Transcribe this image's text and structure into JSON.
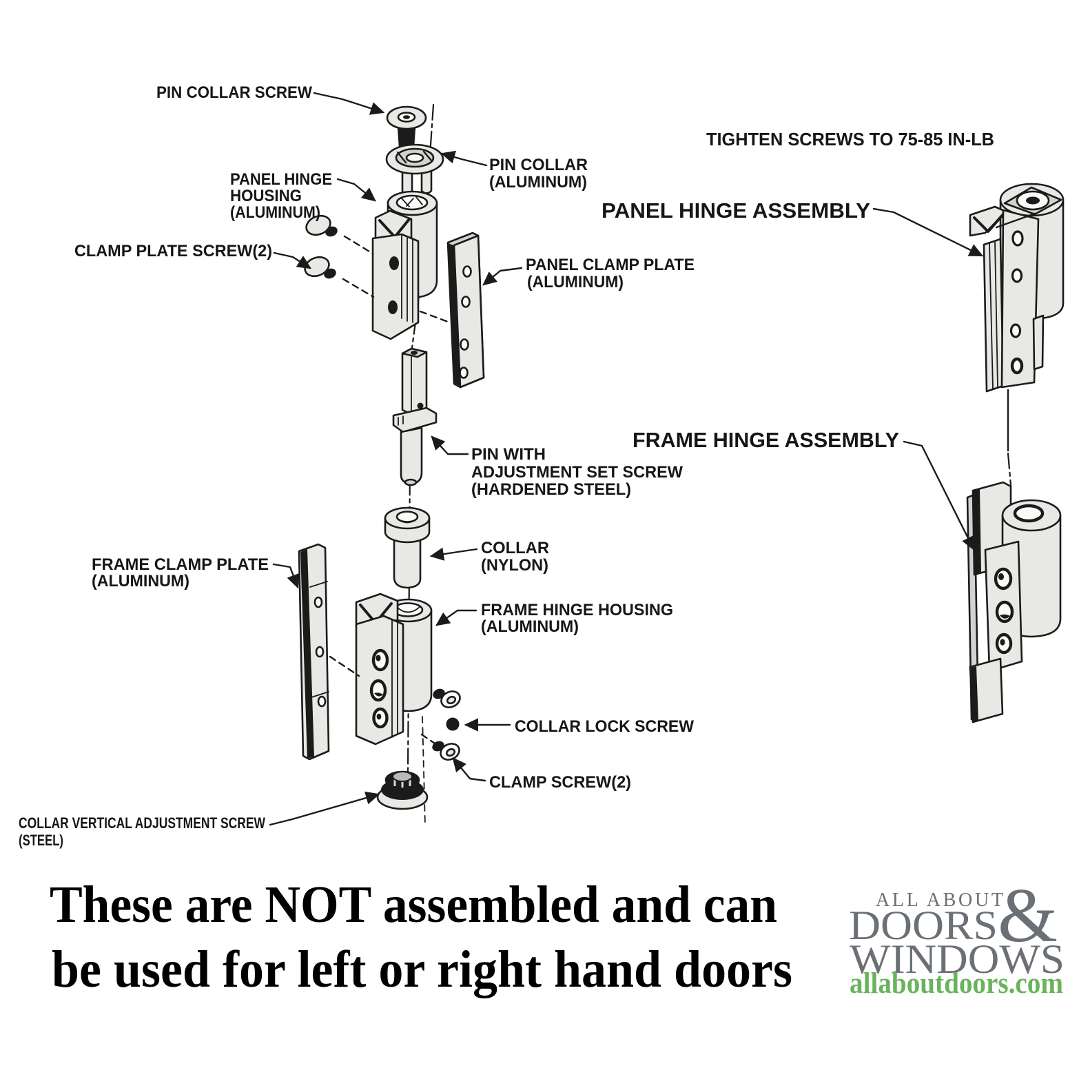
{
  "diagram": {
    "ink_color": "#1b1b1b",
    "note_tighten": "TIGHTEN SCREWS TO 75-85 IN-LB",
    "assembly_labels": {
      "panel": "PANEL HINGE ASSEMBLY",
      "frame": "FRAME HINGE ASSEMBLY"
    },
    "part_labels": {
      "pin_collar_screw": {
        "l1": "PIN COLLAR SCREW"
      },
      "pin_collar": {
        "l1": "PIN COLLAR",
        "l2": "(ALUMINUM)"
      },
      "panel_hinge_housing": {
        "l1": "PANEL HINGE",
        "l2": "HOUSING",
        "l3": "(ALUMINUM)"
      },
      "clamp_plate_screw": {
        "l1": "CLAMP PLATE SCREW(2)"
      },
      "panel_clamp_plate": {
        "l1": "PANEL CLAMP PLATE",
        "l2": "(ALUMINUM)"
      },
      "pin_with_adjustment_set_screw": {
        "l1": "PIN WITH",
        "l2": "ADJUSTMENT SET SCREW",
        "l3": "(HARDENED STEEL)"
      },
      "collar": {
        "l1": "COLLAR",
        "l2": "(NYLON)"
      },
      "frame_hinge_housing": {
        "l1": "FRAME HINGE HOUSING",
        "l2": "(ALUMINUM)"
      },
      "frame_clamp_plate": {
        "l1": "FRAME CLAMP PLATE",
        "l2": "(ALUMINUM)"
      },
      "collar_lock_screw": {
        "l1": "COLLAR LOCK SCREW"
      },
      "clamp_screw": {
        "l1": "CLAMP SCREW(2)"
      },
      "collar_vertical_adjustment_screw": {
        "l1": "COLLAR VERTICAL ADJUSTMENT SCREW",
        "l2": "(STEEL)"
      }
    }
  },
  "caption": {
    "line1": "These are NOT assembled and can",
    "line2": "be used for left or right hand doors"
  },
  "logo": {
    "line1": "ALL ABOUT",
    "line2": "DOORS",
    "ampersand": "&",
    "line3": "WINDOWS",
    "website": "allaboutdoors.com",
    "text_color": "#6b7076",
    "website_color": "#6ab35c"
  }
}
